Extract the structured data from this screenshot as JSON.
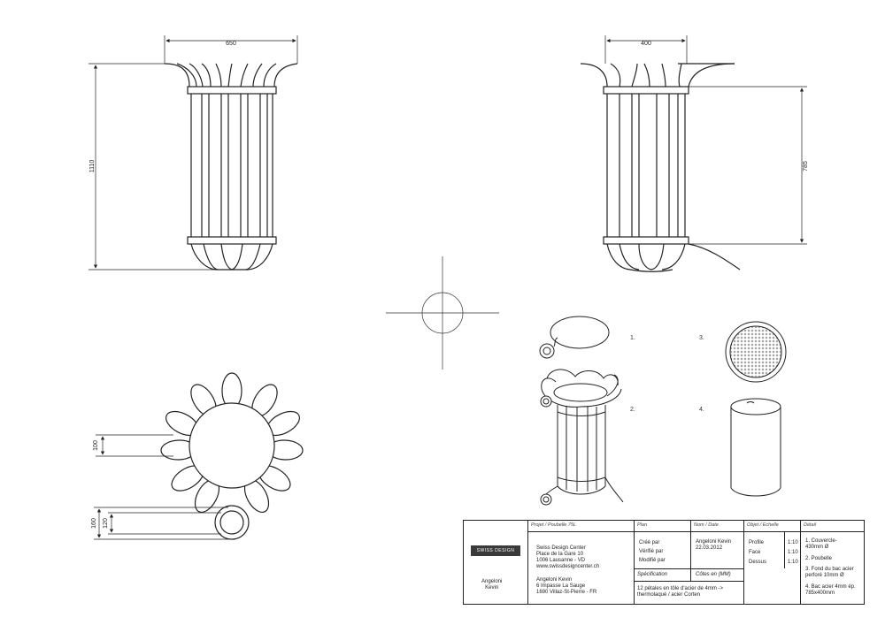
{
  "dimensions": {
    "front_width": "650",
    "front_height": "1110",
    "side_width": "400",
    "side_height": "785",
    "petal_width": "100",
    "ring_offset": "160",
    "ring_diameter": "120"
  },
  "exploded_labels": [
    "1.",
    "2.",
    "3.",
    "4."
  ],
  "title_block": {
    "logo_text": "SWISS DESIGN CENTER",
    "author": "Angeloni\nKevin",
    "project_header": "Projet / Poubelle 75L",
    "company": [
      "Swiss Design Center",
      "Place de la Gare 10",
      "1006 Lausanne - VD",
      "www.swissdesigncenter.ch"
    ],
    "author_address": [
      "Angeloni Kevin",
      "6 Impasse La Sauge",
      "1690 Villaz-St-Pierre - FR"
    ],
    "plan_header": "Plan",
    "plan_rows": [
      "Créé par",
      "Vérifié par",
      "Modifié par"
    ],
    "spec_header": "Spécification",
    "spec_text": "12 pétales en tôle d'acier de 4mm ->\nthermolaqué / acier Corten",
    "nom_header": "Nom / Date",
    "nom_value": "Angeloni Kevin\n22.03.2012",
    "cotes": "Côtes en (MM)",
    "objet_header": "Objet / Echelle",
    "objet_rows": [
      {
        "name": "Profile",
        "scale": "1:10"
      },
      {
        "name": "Face",
        "scale": "1:10"
      },
      {
        "name": "Dessus",
        "scale": "1:10"
      }
    ],
    "detail_header": "Détail",
    "details": [
      "1. Couvercle-\n430mm Ø",
      "2. Poubelle",
      "3. Fond du bac acier\nperforé 10mm Ø",
      "4. Bac acier 4mm ép.\n785x400mm"
    ]
  }
}
